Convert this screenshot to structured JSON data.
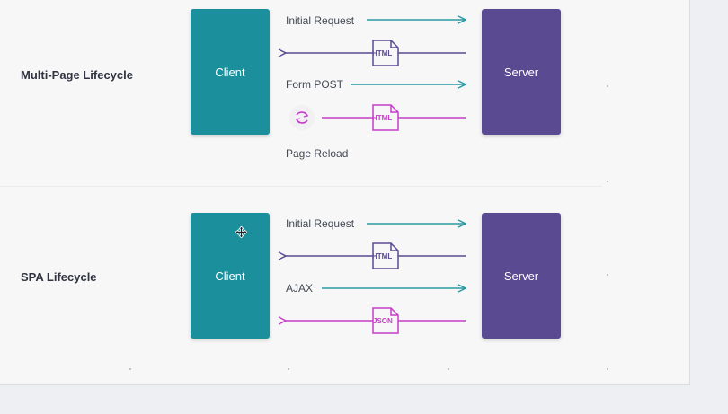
{
  "rows": [
    {
      "title": "Multi-Page Lifecycle",
      "client": "Client",
      "server": "Server",
      "messages": [
        "Initial Request",
        "HTML",
        "Form POST",
        "HTML"
      ],
      "footer": "Page Reload"
    },
    {
      "title": "SPA Lifecycle",
      "client": "Client",
      "server": "Server",
      "messages": [
        "Initial Request",
        "HTML",
        "AJAX",
        "JSON"
      ]
    }
  ],
  "colors": {
    "client": "#1c8f9c",
    "server": "#5a4a91",
    "request_arrow": "#2a9ba3",
    "response_arrow": "#5a4a91",
    "reload_arrow": "#c43fc7"
  },
  "icons": [
    "reload-icon",
    "document-icon",
    "move-cursor-icon"
  ]
}
